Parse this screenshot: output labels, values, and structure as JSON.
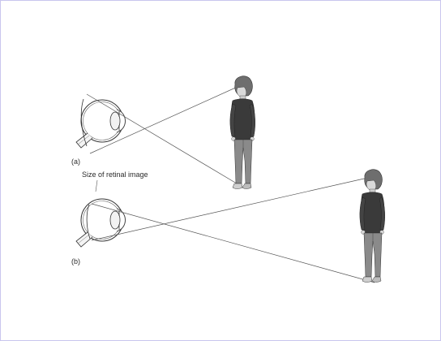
{
  "figure": {
    "panel_a_label": "(a)",
    "panel_b_label": "(b)",
    "retinal_caption": "Size of retinal image"
  },
  "colors": {
    "border": "#c9c6ee",
    "line": "#555555",
    "sweater": "#3a3a3a",
    "pants": "#8a8a8a"
  }
}
